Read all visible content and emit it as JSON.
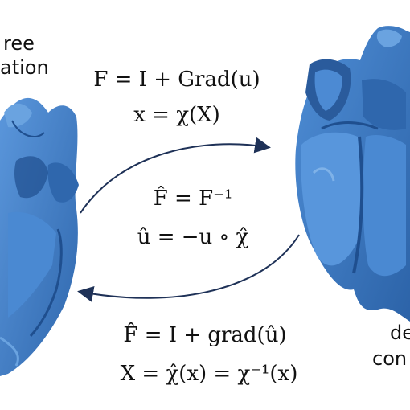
{
  "labels": {
    "left_line1": "ree",
    "left_line2": "ation",
    "right_line1": "de",
    "right_line2": "con"
  },
  "equations": {
    "forward_1": "F = I + Grad(u)",
    "forward_2": "x = χ(X)",
    "inverse_1": "F̂ = F⁻¹",
    "inverse_2": "û = −u ∘ χ̂",
    "backward_1": "F̂ = I + grad(û)",
    "backward_2": "X = χ̂(x) = χ⁻¹(x)"
  },
  "colors": {
    "heart_fill": "#3d7cc4",
    "heart_dark": "#1f4f8f",
    "heart_light": "#6aa3e0",
    "arrow": "#1e3157"
  }
}
